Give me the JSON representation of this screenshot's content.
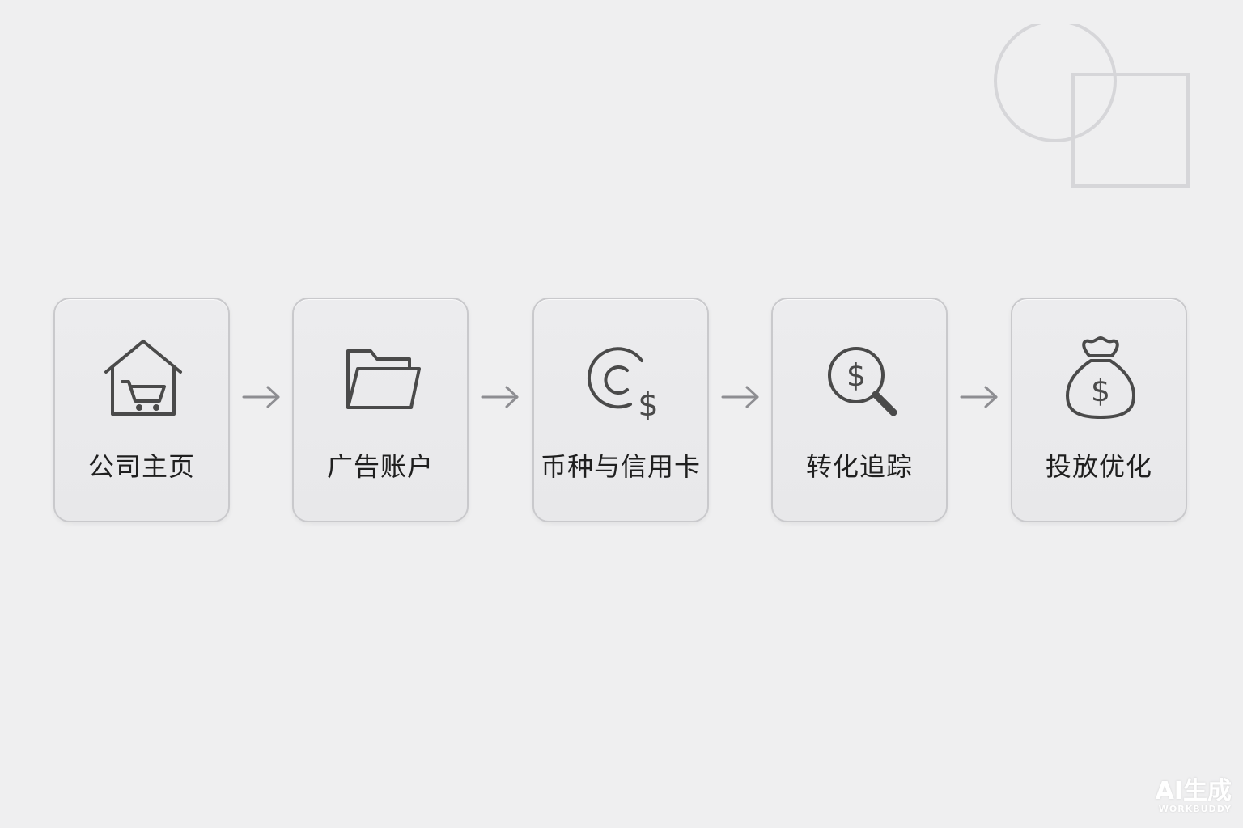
{
  "steps": [
    {
      "label": "公司主页",
      "icon": "storefront-house-icon"
    },
    {
      "label": "广告账户",
      "icon": "folder-icon"
    },
    {
      "label": "币种与信用卡",
      "icon": "currency-exchange-icon"
    },
    {
      "label": "转化追踪",
      "icon": "dollar-search-icon"
    },
    {
      "label": "投放优化",
      "icon": "money-bag-icon"
    }
  ],
  "watermark": {
    "main": "AI生成",
    "sub": "WORKBUDDY"
  },
  "colors": {
    "background": "#efeff0",
    "card_border": "#c9c9cc",
    "icon_stroke": "#4a4a4a",
    "arrow": "#8e8e92",
    "label_text": "#1f1f1f"
  }
}
